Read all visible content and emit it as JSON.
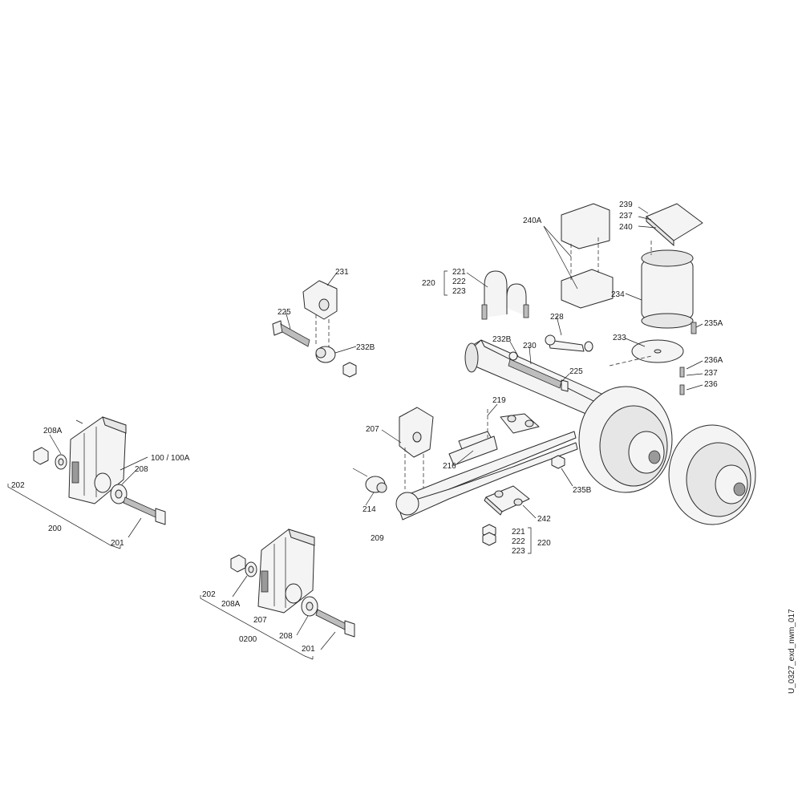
{
  "side_code": "U_0327_exd_nwm_017",
  "labels": {
    "l200": "200",
    "l201a": "201",
    "l202a": "202",
    "l208a1": "208A",
    "l208_1": "208",
    "l100": "100 / 100A",
    "l0200": "0200",
    "l201b": "201",
    "l202b": "202",
    "l208a2": "208A",
    "l207b": "207",
    "l208_2": "208",
    "l231": "231",
    "l225a": "225",
    "l232b": "232B",
    "l220a": "220",
    "l221a": "221",
    "l222a": "222",
    "l223a": "223",
    "l228": "228",
    "l232b2": "232B",
    "l230": "230",
    "l225b": "225",
    "l219": "219",
    "l207a": "207",
    "l216": "216",
    "l214": "214",
    "l209": "209",
    "l242": "242",
    "l220b": "220",
    "l221b": "221",
    "l222b": "222",
    "l223b": "223",
    "l235b": "235B",
    "l240a": "240A",
    "l239": "239",
    "l237a": "237",
    "l240": "240",
    "l234": "234",
    "l233": "233",
    "l235a": "235A",
    "l236a": "236A",
    "l237b": "237",
    "l236": "236"
  }
}
